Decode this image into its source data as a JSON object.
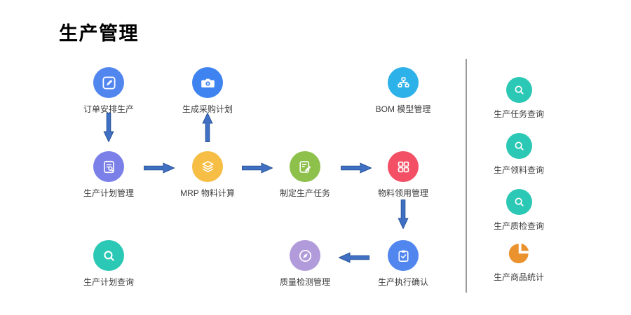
{
  "title": "生产管理",
  "flow": {
    "nodes": [
      {
        "label": "订单安排生产",
        "icon": "edit-square-icon",
        "color": "#5286EF"
      },
      {
        "label": "生成采购计划",
        "icon": "camera-icon",
        "color": "#3F83F1"
      },
      {
        "label": "BOM 模型管理",
        "icon": "sitemap-icon",
        "color": "#2CB1E8"
      },
      {
        "label": "生产计划管理",
        "icon": "doc-search-icon",
        "color": "#7B80E8"
      },
      {
        "label": "MRP 物料计算",
        "icon": "layers-icon",
        "color": "#F6BE45"
      },
      {
        "label": "制定生产任务",
        "icon": "note-edit-icon",
        "color": "#8EC04C"
      },
      {
        "label": "物料领用管理",
        "icon": "grid-icon",
        "color": "#F35066"
      },
      {
        "label": "生产计划查询",
        "icon": "search-icon",
        "color": "#2AC8B5"
      },
      {
        "label": "质量检测管理",
        "icon": "compass-icon",
        "color": "#B29BDB"
      },
      {
        "label": "生产执行确认",
        "icon": "clipboard-check-icon",
        "color": "#5286EF"
      }
    ]
  },
  "sidebar": {
    "items": [
      {
        "label": "生产任务查询",
        "icon": "search-icon",
        "color": "#2AC8B5"
      },
      {
        "label": "生产领料查询",
        "icon": "search-icon",
        "color": "#2AC8B5"
      },
      {
        "label": "生产质检查询",
        "icon": "search-icon",
        "color": "#2AC8B5"
      },
      {
        "label": "生产商品统计",
        "icon": "pie-chart-icon",
        "color": "#E9922E"
      }
    ]
  },
  "arrow": {
    "fill": "#3F70C4",
    "stroke": "#2B5496"
  },
  "divider_color": "#9B9B9B"
}
